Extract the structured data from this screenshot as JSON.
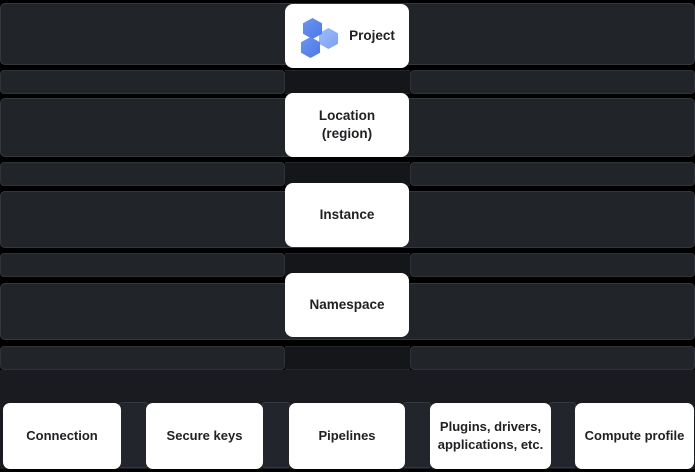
{
  "diagram": {
    "type": "resource-hierarchy",
    "orientation": "top-down"
  },
  "levels": [
    {
      "id": "project",
      "label": "Project",
      "icon": "hexagon-cluster-icon"
    },
    {
      "id": "location",
      "label": "Location (region)",
      "icon": null
    },
    {
      "id": "instance",
      "label": "Instance",
      "icon": null
    },
    {
      "id": "namespace",
      "label": "Namespace",
      "icon": null
    }
  ],
  "resources": [
    {
      "id": "connection",
      "label": "Connection"
    },
    {
      "id": "secure-keys",
      "label": "Secure keys"
    },
    {
      "id": "pipelines",
      "label": "Pipelines"
    },
    {
      "id": "plugins",
      "label": "Plugins, drivers, applications, etc."
    },
    {
      "id": "compute-profile",
      "label": "Compute profile"
    }
  ],
  "colors": {
    "background": "#000000",
    "band_fill": "#212429",
    "band_edge": "#34373d",
    "node_fill": "#ffffff",
    "node_text": "#202124",
    "hexagon_blue_dark": "#4a78e8",
    "hexagon_blue_light": "#7aa0f4"
  }
}
